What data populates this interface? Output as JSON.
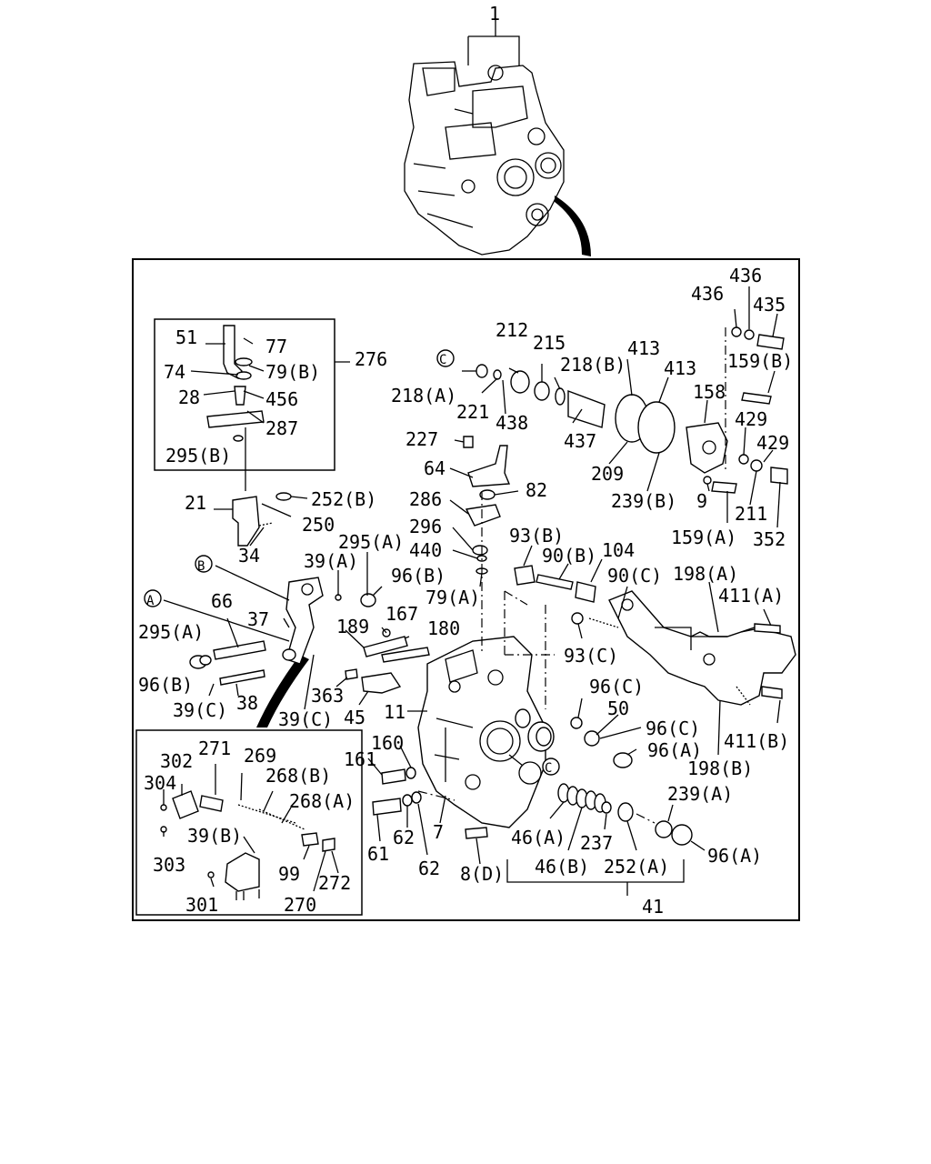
{
  "labels": {
    "l1": "1",
    "l276": "276",
    "l51": "51",
    "l77": "77",
    "l74": "74",
    "l79b_top": "79(B)",
    "l28": "28",
    "l456": "456",
    "l287": "287",
    "l295b": "295(B)",
    "l21": "21",
    "l252b": "252(B)",
    "l250": "250",
    "l34": "34",
    "lBm": "B",
    "lAm": "A",
    "lCm1": "C",
    "lCm2": "C",
    "l39a": "39(A)",
    "l295a_1": "295(A)",
    "l96b_1": "96(B)",
    "l66": "66",
    "l37": "37",
    "l295a_2": "295(A)",
    "l96b_2": "96(B)",
    "l39c_1": "39(C)",
    "l38": "38",
    "l39c_2": "39(C)",
    "l189": "189",
    "l167": "167",
    "l180": "180",
    "l363": "363",
    "l45": "45",
    "l11": "11",
    "l218a": "218(A)",
    "l212": "212",
    "l215": "215",
    "l221": "221",
    "l438": "438",
    "l218b": "218(B)",
    "l413a": "413",
    "l413b": "413",
    "l437": "437",
    "l209": "209",
    "l239b": "239(B)",
    "l158": "158",
    "l436a": "436",
    "l436b": "436",
    "l435": "435",
    "l159b": "159(B)",
    "l429a": "429",
    "l429b": "429",
    "l9": "9",
    "l211": "211",
    "l159a": "159(A)",
    "l352": "352",
    "l227": "227",
    "l64": "64",
    "l82": "82",
    "l286": "286",
    "l296": "296",
    "l440": "440",
    "l79a": "79(A)",
    "l93b": "93(B)",
    "l90b": "90(B)",
    "l104": "104",
    "l90c": "90(C)",
    "l93c": "93(C)",
    "l198a": "198(A)",
    "l411a": "411(A)",
    "l96c_1": "96(C)",
    "l50": "50",
    "l96c_2": "96(C)",
    "l96a_1": "96(A)",
    "l411b": "411(B)",
    "l198b": "198(B)",
    "l160": "160",
    "l161": "161",
    "l61": "61",
    "l62a": "62",
    "l62b": "62",
    "l7": "7",
    "l8d": "8(D)",
    "l239a": "239(A)",
    "l46a": "46(A)",
    "l46b": "46(B)",
    "l237": "237",
    "l252a": "252(A)",
    "l96a_2": "96(A)",
    "l41": "41",
    "l302": "302",
    "l271": "271",
    "l269": "269",
    "l268b": "268(B)",
    "l304": "304",
    "l268a": "268(A)",
    "l39b": "39(B)",
    "l303": "303",
    "l99": "99",
    "l272": "272",
    "l301": "301",
    "l270": "270"
  }
}
